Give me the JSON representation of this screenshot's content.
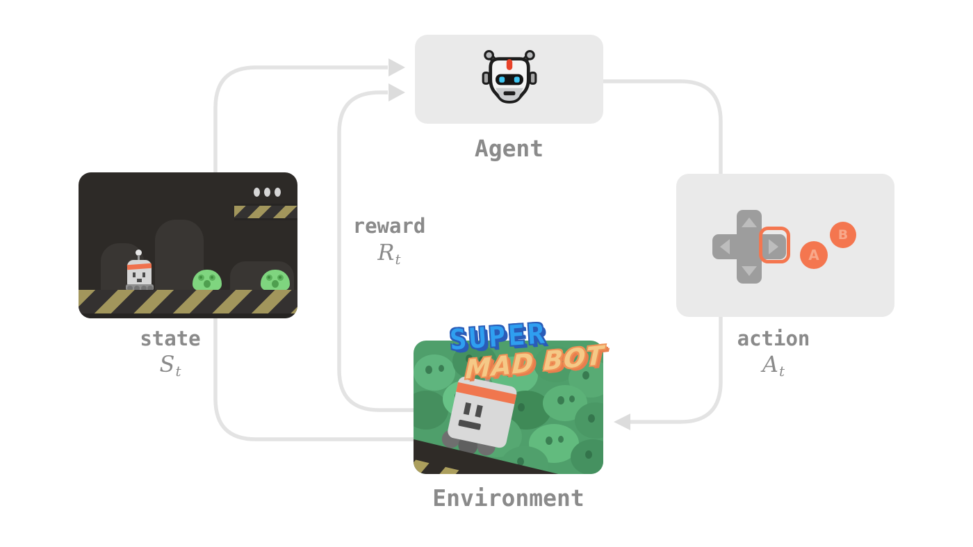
{
  "diagram": {
    "type": "reinforcement-learning-loop",
    "nodes": {
      "agent": {
        "label": "Agent",
        "icon": "robot-face-icon"
      },
      "environment": {
        "label": "Environment",
        "icon": "game-cover-image",
        "game_title_top": "SUPER",
        "game_title_bottom": "MAD BOT"
      },
      "state_image": {
        "icon": "game-screenshot-image"
      },
      "action_pad": {
        "icon": "gamepad-icon",
        "button_a": "A",
        "button_b": "B"
      }
    },
    "edges": [
      {
        "from": "environment",
        "to": "agent",
        "label": "state",
        "symbol": "S",
        "subscript": "t"
      },
      {
        "from": "environment",
        "to": "agent",
        "label": "reward",
        "symbol": "R",
        "subscript": "t"
      },
      {
        "from": "agent",
        "to": "environment",
        "label": "action",
        "symbol": "A",
        "subscript": "t"
      }
    ],
    "labels": {
      "state": {
        "word": "state",
        "symbol": "S",
        "subscript": "t"
      },
      "reward": {
        "word": "reward",
        "symbol": "R",
        "subscript": "t"
      },
      "action": {
        "word": "action",
        "symbol": "A",
        "subscript": "t"
      }
    }
  },
  "colors": {
    "background": "#ffffff",
    "box_fill": "#eaeaea",
    "connector_line": "#e3e3e3",
    "arrowhead": "#dcdcdc",
    "label_text": "#8a8a8a",
    "accent_orange": "#f4764f",
    "state_background": "#2d2a27",
    "slime_green": "#7fd57f",
    "environment_green": "#4f9f6b",
    "hazard_olive": "#a2965c",
    "title_blue": "#2f9ff0",
    "title_orange": "#f5c987"
  }
}
